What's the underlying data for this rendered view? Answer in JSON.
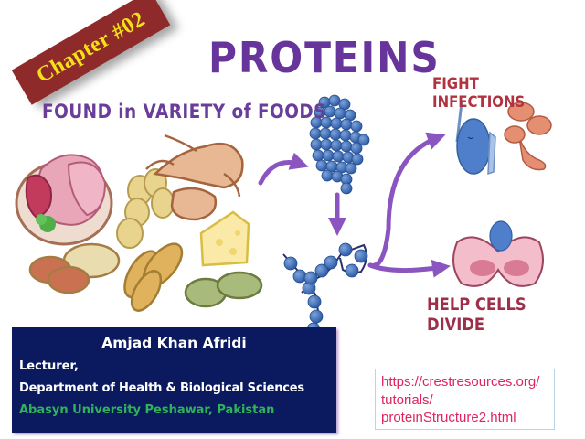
{
  "slide": {
    "chapter_badge": "Chapter #02",
    "title": "PROTEINS",
    "subtitle_left": "FOUND in VARIETY of FOODS",
    "label_top_right": "FIGHT INFECTIONS",
    "label_bottom_right": "HELP CELLS DIVIDE"
  },
  "author": {
    "name": "Amjad Khan Afridi",
    "role": "Lecturer,",
    "department": "Department of Health & Biological Sciences",
    "university": "Abasyn University Peshawar, Pakistan"
  },
  "reference": {
    "line1": "https://crestresources.org/",
    "line2": "tutorials/",
    "line3": "proteinStructure2.html"
  },
  "illustration": {
    "foods": [
      "meat-plate",
      "eggs",
      "lobster",
      "cheese",
      "beans",
      "almonds",
      "peas"
    ],
    "molecules": [
      "folded-protein",
      "amino-acid-chain"
    ],
    "outcomes": [
      "antibody-fighting-virus",
      "cell-division"
    ]
  },
  "colors": {
    "title_purple": "#66349a",
    "arrow_purple": "#8b55c0",
    "badge_bg": "#8e2a2a",
    "badge_text": "#f5e11a",
    "namebox_bg": "#0b1a5e",
    "university_green": "#2fb35a",
    "url_pink": "#e0245e",
    "molecule_blue": "#3f6fb5",
    "label_red": "#b2323f"
  }
}
